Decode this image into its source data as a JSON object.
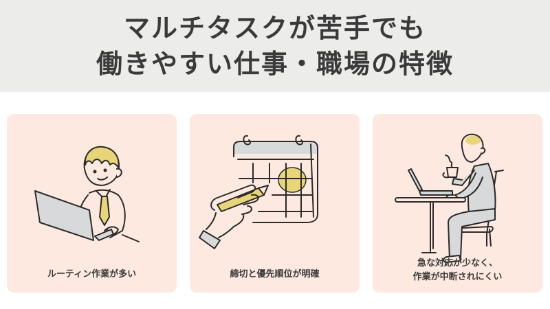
{
  "header": {
    "title_line1": "マルチタスクが苦手でも",
    "title_line2": "働きやすい仕事・職場の特徴"
  },
  "cards": [
    {
      "illustration": "man-working-on-laptop-illustration",
      "label_line1": "ルーティン作業が多い",
      "label_line2": ""
    },
    {
      "illustration": "hand-circling-calendar-date-illustration",
      "label_line1": "締切と優先順位が明確",
      "label_line2": ""
    },
    {
      "illustration": "person-at-desk-with-coffee-illustration",
      "label_line1": "急な対応が少なく、",
      "label_line2": "作業が中断されにくい"
    }
  ],
  "colors": {
    "header_bg": "#ececea",
    "card_bg": "#fde9df",
    "text": "#3a3a3a",
    "accent_yellow": "#e8d577",
    "gray_fill": "#d7d9da"
  }
}
